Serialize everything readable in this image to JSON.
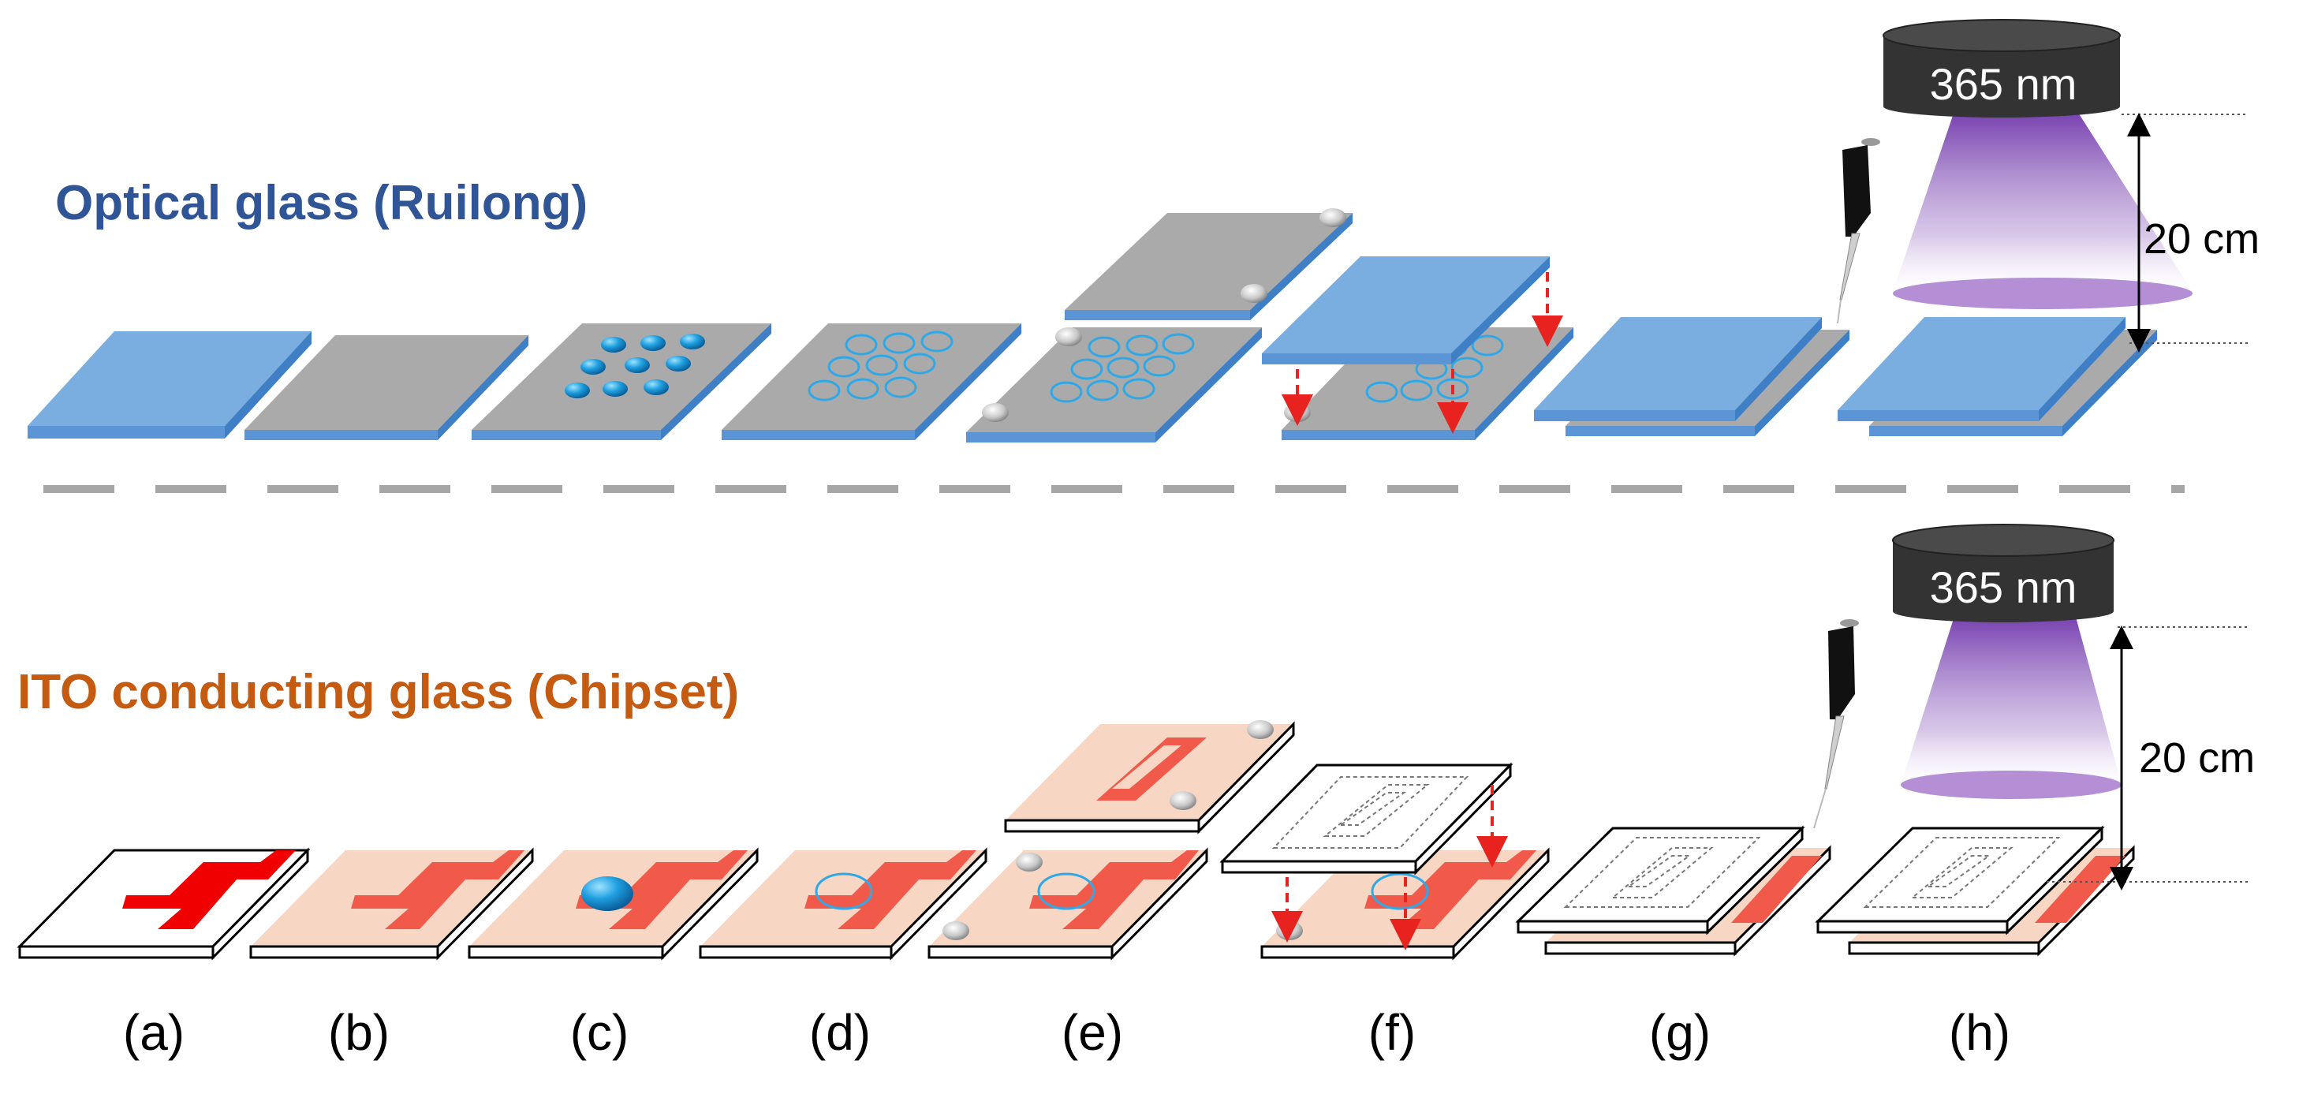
{
  "titles": {
    "optical": "Optical glass (Ruilong)",
    "ito": "ITO conducting glass (Chipset)"
  },
  "lamp": {
    "top_label": "365 nm",
    "bottom_label": "365 nm"
  },
  "distance": {
    "top_label": "20 cm",
    "bottom_label": "20 cm"
  },
  "steps": [
    "(a)",
    "(b)",
    "(c)",
    "(d)",
    "(e)",
    "(f)",
    "(g)",
    "(h)"
  ],
  "colors": {
    "optical_title": "#2f5597",
    "ito_title": "#c55a11",
    "glass_blue": "#7aaee0",
    "glass_blue_edge": "#3f7fc6",
    "glass_gray": "#aaaaaa",
    "ito_pink": "#f8d6c4",
    "electrode_red": "#f15a4a",
    "droplet": "#1f9fe0",
    "ring": "#2ea8e6",
    "arrow_red": "#e8231f",
    "uv_violet": "#7b3fb0",
    "lamp_dark": "#333333",
    "divider": "#a6a6a6"
  }
}
